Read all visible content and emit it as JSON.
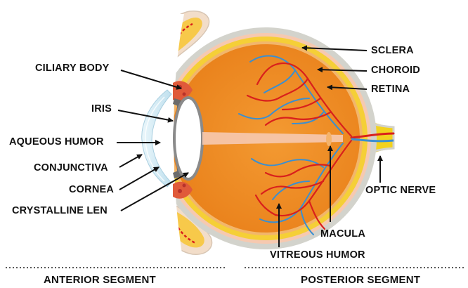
{
  "labels": {
    "ciliary_body": "CILIARY BODY",
    "iris": "IRIS",
    "aqueous_humor": "AQUEOUS HUMOR",
    "conjunctiva": "CONJUNCTIVA",
    "cornea": "CORNEA",
    "crystalline_lens": "CRYSTALLINE LEN",
    "sclera": "SCLERA",
    "choroid": "CHOROID",
    "retina": "RETINA",
    "optic_nerve": "OPTIC NERVE",
    "macula": "MACULA",
    "vitreous_humor": "VITREOUS HUMOR"
  },
  "segments": {
    "anterior": "ANTERIOR SEGMENT",
    "posterior": "POSTERIOR SEGMENT"
  },
  "colors": {
    "sclera": "#d3d3cc",
    "choroid": "#f6c08a",
    "retina_band": "#f7d22b",
    "vitreous": "#ef8a1f",
    "lens": "#ffffff",
    "iris": "#6b6b6b",
    "cornea": "#d8eef7",
    "ciliary": "#e05a3a",
    "optic_nerve": "#f2d21e",
    "artery": "#d9201c",
    "vein": "#3a8fd1",
    "text": "#111111"
  }
}
